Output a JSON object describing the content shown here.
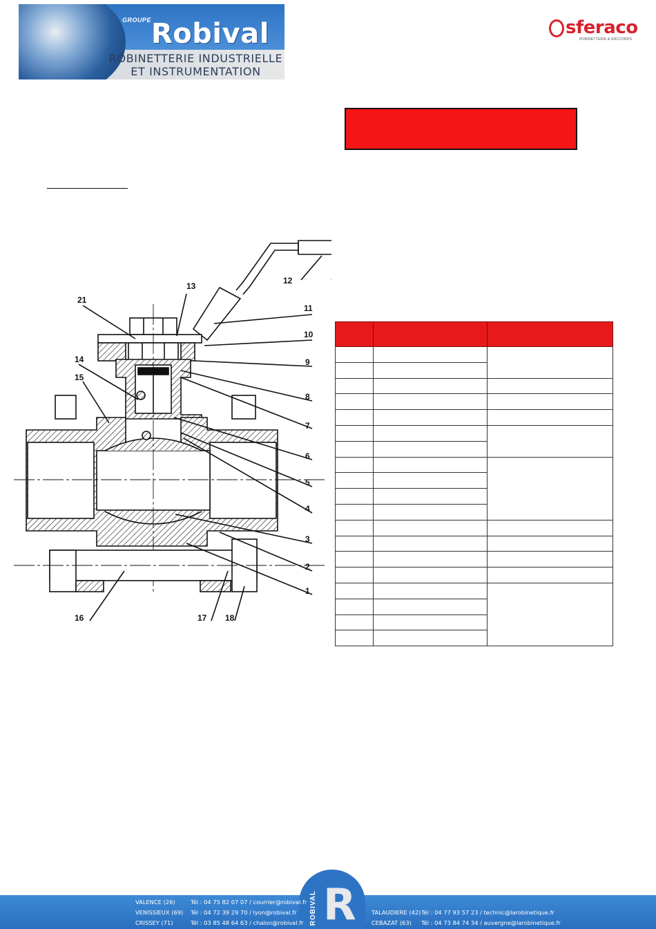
{
  "header": {
    "groupe": "GROUPE",
    "brand": "Robival",
    "brand_vertical": "ROBIVAL",
    "tagline_line1": "ROBINETTERIE INDUSTRIELLE",
    "tagline_line2": "ET INSTRUMENTATION",
    "partner_logo": "sferaco",
    "partner_tagline": "ROBINETTERIE & RACCORDS"
  },
  "drawing": {
    "callouts": [
      "1",
      "2",
      "3",
      "4",
      "5",
      "6",
      "7",
      "8",
      "9",
      "10",
      "11",
      "12",
      "13",
      "14",
      "15",
      "16",
      "17",
      "18",
      "21"
    ]
  },
  "colors": {
    "accent_red": "#f41616",
    "table_header_red": "#e8191b",
    "footer_blue": "#2e74c4"
  },
  "footer": {
    "vertical_brand": "ROBIVAL",
    "contacts_left": [
      {
        "city": "VALENCE (26)",
        "info": "Tél : 04 75 82 07 07 / courrier@robival.fr"
      },
      {
        "city": "VENISSIEUX (69)",
        "info": "Tél : 04 72 39 29 70 / lyon@robival.fr"
      },
      {
        "city": "CRISSEY (71)",
        "info": "Tél : 03 85 48 64 63 / chalon@robival.fr"
      }
    ],
    "contacts_right": [
      {
        "city": "TALAUDIERE (42)",
        "info": "Tél : 04 77 93 57 23 / technic@larobinetique.fr"
      },
      {
        "city": "CEBAZAT (63)",
        "info": "Tél : 04 73 84 74 34 / auvergne@larobinetique.fr"
      }
    ]
  }
}
